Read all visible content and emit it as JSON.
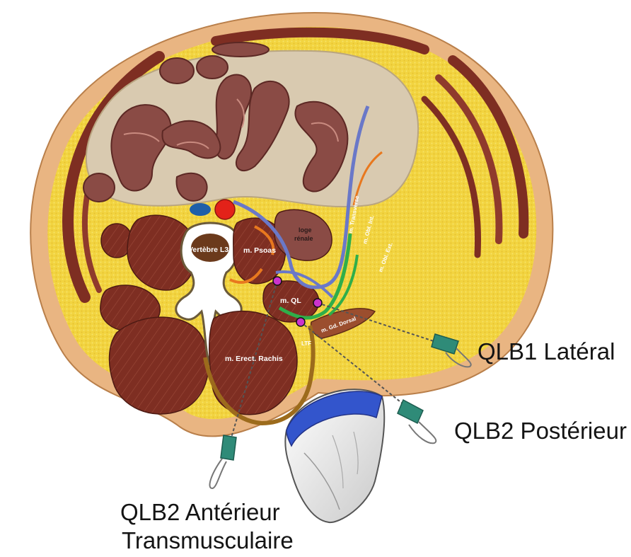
{
  "diagram": {
    "callouts": {
      "qlb1_lateral": "QLB1 Latéral",
      "qlb2_posterieur": "QLB2 Postérieur",
      "qlb2_anterieur_line1": "QLB2 Antérieur",
      "qlb2_anterieur_line2": "Transmusculaire"
    },
    "anatomy_labels": {
      "vertebra": "Vertèbre L3",
      "psoas": "m. Psoas",
      "loge_renale_line1": "loge",
      "loge_renale_line2": "rénale",
      "quadratus_lumborum": "m. QL",
      "erector_spinae": "m. Erect. Rachis",
      "latissimus_dorsi": "m. Gd. Dorsal",
      "transversalis": "m. Transverse",
      "internal_oblique": "m. Obl. Int.",
      "external_oblique": "m. Obl. Ext.",
      "tlf": "LTF"
    },
    "colors": {
      "skin": "#e9b582",
      "fat": "#f2d440",
      "muscle": "#7e2e22",
      "peritoneum": "#d9cab0",
      "bowel": "#8a4b45",
      "aorta": "#e32219",
      "vena_cava": "#1f5fa8",
      "fascia_blue": "#6a78c8",
      "fascia_green": "#2fae4a",
      "fascia_orange": "#e8781e",
      "injection_point": "#cc33cc",
      "needle_hub": "#2f8b78"
    }
  }
}
